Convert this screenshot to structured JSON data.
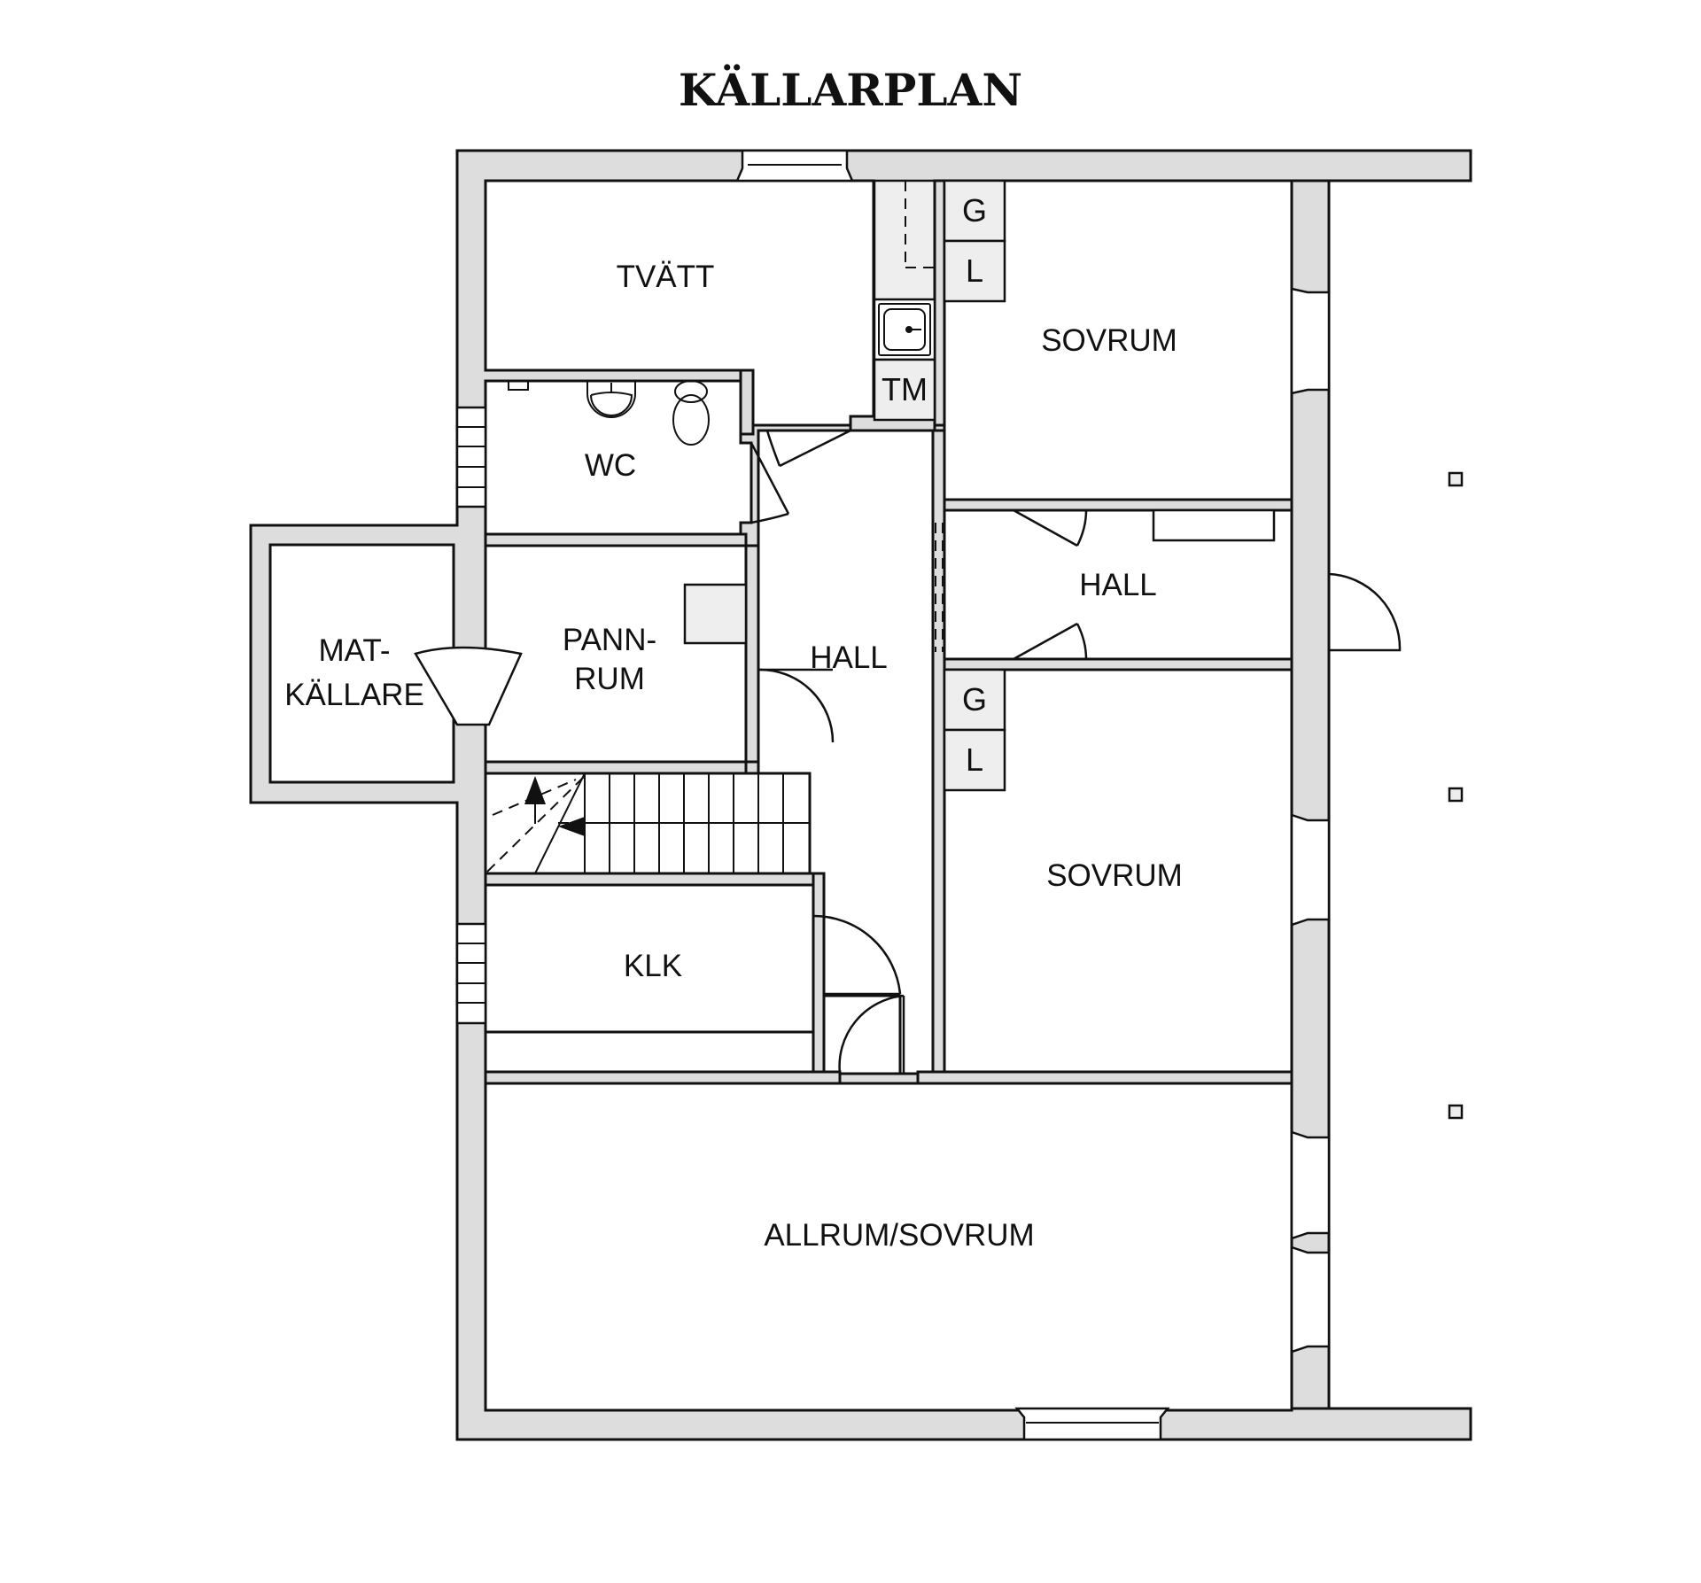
{
  "plan": {
    "title": "KÄLLARPLAN",
    "rooms": {
      "tvatt": "TVÄTT",
      "wc": "WC",
      "pannrum_1": "PANN-",
      "pannrum_2": "RUM",
      "matkallare_1": "MAT-",
      "matkallare_2": "KÄLLARE",
      "hall_center": "HALL",
      "hall_right": "HALL",
      "klk": "KLK",
      "sovrum_top": "SOVRUM",
      "sovrum_mid": "SOVRUM",
      "allrum": "ALLRUM/SOVRUM"
    },
    "closets": {
      "top_g": "G",
      "top_l": "L",
      "tm": "TM",
      "mid_g": "G",
      "mid_l": "L"
    }
  }
}
